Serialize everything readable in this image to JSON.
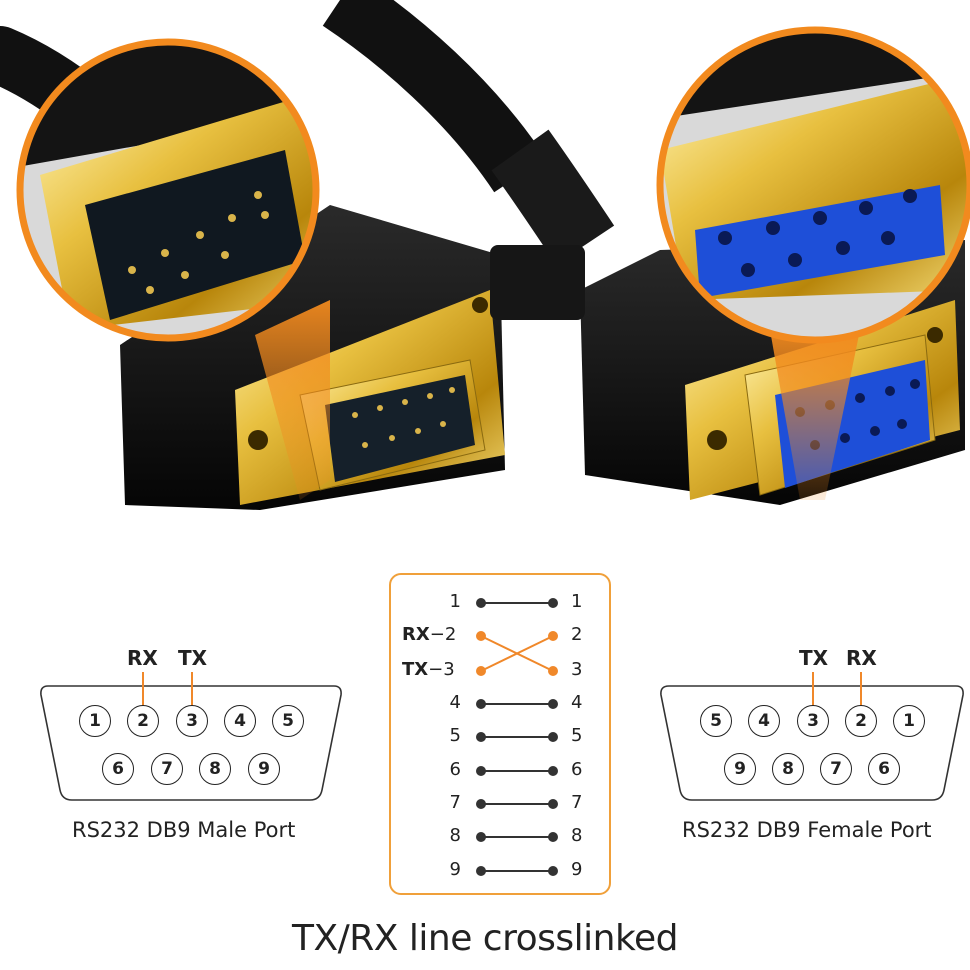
{
  "photo": {
    "left_connector": "DB9 male right-angle connector (gold plated)",
    "right_connector": "DB9 female right-angle connector (gold plated, blue insert)",
    "accent_color": "#f28a1e"
  },
  "male_port": {
    "title": "RS232 DB9 Male Port",
    "rx_label": "RX",
    "tx_label": "TX",
    "top_row": [
      "1",
      "2",
      "3",
      "4",
      "5"
    ],
    "bottom_row": [
      "6",
      "7",
      "8",
      "9"
    ]
  },
  "female_port": {
    "title": "RS232 DB9 Female Port",
    "tx_label": "TX",
    "rx_label": "RX",
    "top_row": [
      "5",
      "4",
      "3",
      "2",
      "1"
    ],
    "bottom_row": [
      "9",
      "8",
      "7",
      "6"
    ]
  },
  "wiring": {
    "rows": [
      {
        "left": "1",
        "right": "1",
        "signal": "",
        "crossed": false
      },
      {
        "left": "2",
        "right": "2",
        "signal": "RX",
        "crossed": true
      },
      {
        "left": "3",
        "right": "3",
        "signal": "TX",
        "crossed": true
      },
      {
        "left": "4",
        "right": "4",
        "signal": "",
        "crossed": false
      },
      {
        "left": "5",
        "right": "5",
        "signal": "",
        "crossed": false
      },
      {
        "left": "6",
        "right": "6",
        "signal": "",
        "crossed": false
      },
      {
        "left": "7",
        "right": "7",
        "signal": "",
        "crossed": false
      },
      {
        "left": "8",
        "right": "8",
        "signal": "",
        "crossed": false
      },
      {
        "left": "9",
        "right": "9",
        "signal": "",
        "crossed": false
      }
    ],
    "straight_color": "#333333",
    "cross_color": "#f0882a",
    "border_color": "#f0a03a"
  },
  "caption": "TX/RX line crosslinked"
}
